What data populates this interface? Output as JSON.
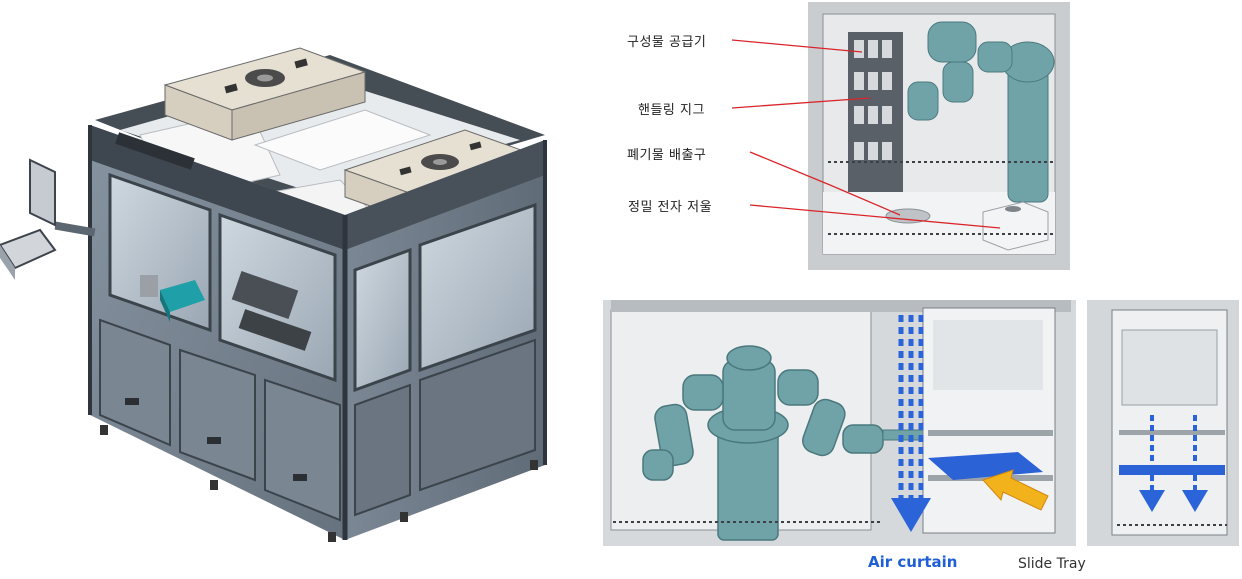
{
  "callouts": [
    {
      "id": "component-feeder",
      "text": "구성물 공급기"
    },
    {
      "id": "handling-jig",
      "text": "핸들링 지그"
    },
    {
      "id": "waste-outlet",
      "text": "폐기물 배출구"
    },
    {
      "id": "precision-scale",
      "text": "정밀 전자 저울"
    }
  ],
  "captions": {
    "air_curtain": "Air curtain",
    "slide_tray": "Slide Tray"
  },
  "colors": {
    "robot": "#6fa3a8",
    "machine_frame": "#5e6b78",
    "air_curtain_arrows": "#2a64d8",
    "slide_tray_arrow": "#f2b21c",
    "callout_line": "#d9252a",
    "caption_blue": "#1e5fd6"
  }
}
